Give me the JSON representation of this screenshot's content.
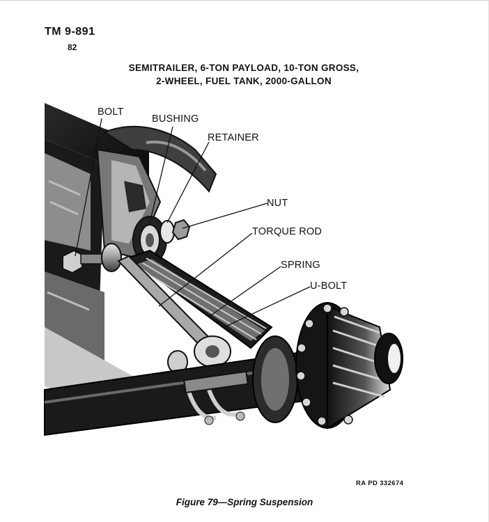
{
  "header": {
    "manual_id": "TM 9-891",
    "page_number": "82",
    "title_line_1": "SEMITRAILER, 6-TON PAYLOAD, 10-TON GROSS,",
    "title_line_2": "2-WHEEL, FUEL TANK, 2000-GALLON"
  },
  "figure": {
    "callouts": {
      "bolt": "BOLT",
      "bushing": "BUSHING",
      "retainer": "RETAINER",
      "nut": "NUT",
      "torque_rod": "TORQUE ROD",
      "spring": "SPRING",
      "u_bolt": "U-BOLT"
    },
    "reference_code": "RA PD 332674",
    "caption": "Figure 79—Spring Suspension"
  }
}
